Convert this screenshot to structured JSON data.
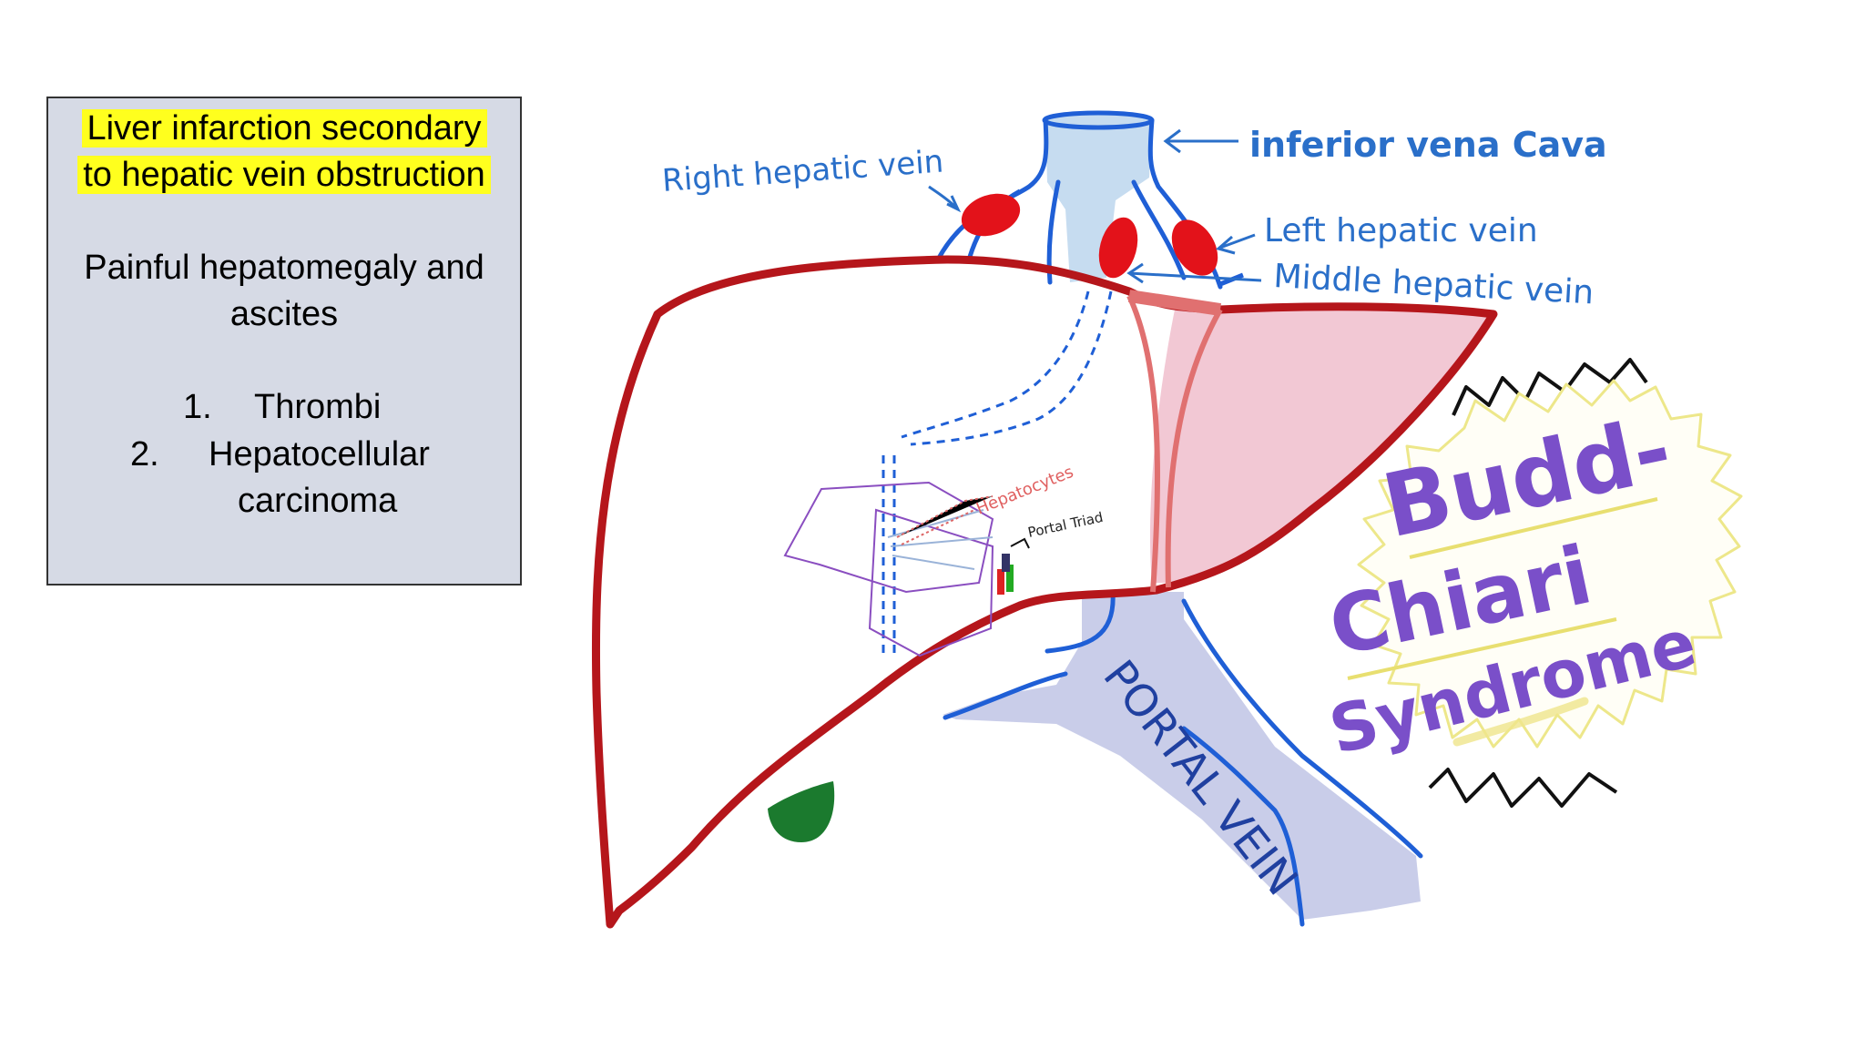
{
  "textbox": {
    "title_lines": [
      "Liver infarction secondary",
      "to hepatic vein obstruction"
    ],
    "symptom_lines": [
      "Painful hepatomegaly and",
      "ascites"
    ],
    "causes": [
      {
        "num": "1.",
        "text": "Thrombi"
      },
      {
        "num": "2.",
        "text": "Hepatocellular",
        "text2": "carcinoma"
      }
    ]
  },
  "diagram": {
    "labels": {
      "right_hepatic_vein": "Right hepatic vein",
      "inferior_vena_cava": "inferior vena  Cava",
      "left_hepatic_vein": "Left hepatic vein",
      "middle_hepatic_vein": "Middle hepatic vein",
      "hepatocytes": "Hepatocytes",
      "portal_triad": "Portal Triad",
      "portal_vein": "PORTAL VEIN"
    },
    "badge": {
      "line1": "Budd-",
      "line2": "Chiari",
      "line3": "Syndrome"
    },
    "colors": {
      "liver_outline": "#b5161b",
      "vein_blue": "#1f5fd6",
      "label_blue": "#2a6fc9",
      "thrombus_red": "#e3121a",
      "left_lobe_fill": "#f2c8d4",
      "ivc_fill": "#c6dcf0",
      "portal_fill": "#c9cde9",
      "badge_purple": "#7a4fc9",
      "gallbladder": "#1b7a2e"
    }
  }
}
